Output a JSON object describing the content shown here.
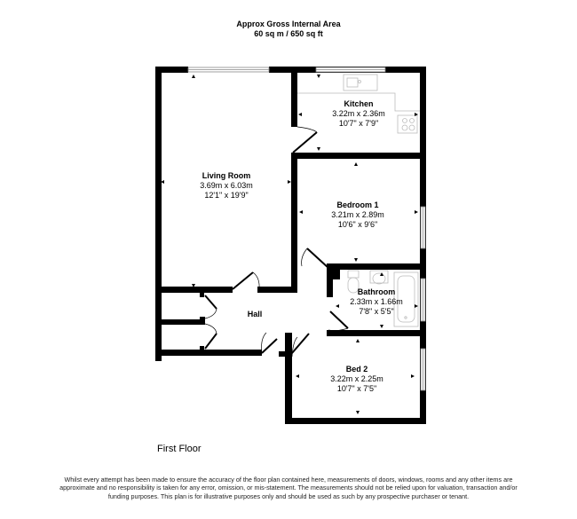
{
  "header": {
    "title": "Approx Gross Internal Area",
    "area": "60 sq m / 650 sq ft"
  },
  "rooms": [
    {
      "name": "Kitchen",
      "metric": "3.22m x 2.36m",
      "imperial": "10'7\" x 7'9\""
    },
    {
      "name": "Living Room",
      "metric": "3.69m x 6.03m",
      "imperial": "12'1\" x 19'9\""
    },
    {
      "name": "Bedroom 1",
      "metric": "3.21m x 2.89m",
      "imperial": "10'6\" x 9'6\""
    },
    {
      "name": "Bathroom",
      "metric": "2.33m x 1.66m",
      "imperial": "7'8\" x 5'5\""
    },
    {
      "name": "Hall"
    },
    {
      "name": "Bed 2",
      "metric": "3.22m x 2.25m",
      "imperial": "10'7\" x 7'5\""
    }
  ],
  "floor_label": "First Floor",
  "disclaimer": "Whilst every attempt has been made to ensure the accuracy of the floor plan contained here, measurements of doors, windows, rooms and any other items are approximate and no responsibility is taken for any error, omission, or mis-statement. The measurements should not be relied upon for valuation, transaction and/or funding purposes. This plan is for illustrative purposes only and should be used as such by any prospective purchaser or tenant.",
  "colors": {
    "wall": "#000000",
    "fixture": "#bbbbbb",
    "window": "#999999"
  }
}
